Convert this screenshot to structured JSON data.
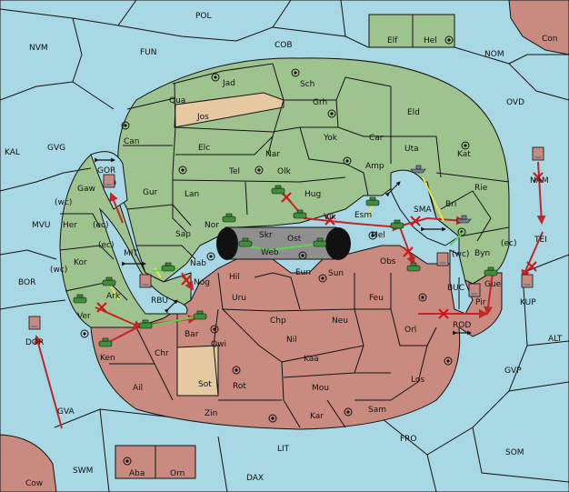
{
  "regions": {
    "POL": "POL",
    "NVM": "NVM",
    "FUN": "FUN",
    "COB": "COB",
    "NOM": "NOM",
    "Con": "Con",
    "Elf": "Elf",
    "Hel": "Hel",
    "OVD": "OVD",
    "KAL": "KAL",
    "GVG": "GVG",
    "MVU": "MVU",
    "BOR": "BOR",
    "ALT": "ALT",
    "GVP": "GVP",
    "GVA": "GVA",
    "SWM": "SWM",
    "LIT": "LIT",
    "FRO": "FRO",
    "SOM": "SOM",
    "DAX": "DAX",
    "Cow": "Cow",
    "Aba": "Aba",
    "Orn": "Orn",
    "Jad": "Jad",
    "Sch": "Sch",
    "Qua": "Qua",
    "Jos": "Jos",
    "Grh": "Grh",
    "Eld": "Eld",
    "Can": "Can",
    "Yok": "Yok",
    "Car": "Car",
    "Uta": "Uta",
    "Kat": "Kat",
    "Elc": "Elc",
    "Nar": "Nar",
    "Tel": "Tel",
    "Olk": "Olk",
    "Amp": "Amp",
    "Gur": "Gur",
    "Lan": "Lan",
    "Hug": "Hug",
    "Rie": "Rie",
    "GOR": "GOR",
    "Gaw": "Gaw",
    "Her": "Her",
    "Kor": "Kor",
    "Ark": "Ark",
    "Ver": "Ver",
    "Nor": "Nor",
    "Sap": "Sap",
    "Skr": "Skr",
    "Ost": "Ost",
    "Web": "Web",
    "Vik": "Vik",
    "Esm": "Esm",
    "SMA": "SMA",
    "Bri": "Bri",
    "Mel": "Mel",
    "Byn": "Byn",
    "MIT": "MIT",
    "Nab": "Nab",
    "Hil": "Hil",
    "Eun": "Eun",
    "Sun": "Sun",
    "Obs": "Obs",
    "BUC": "BUC",
    "Nog": "Nog",
    "RBU": "RBU",
    "Uru": "Uru",
    "Feu": "Feu",
    "Pir": "Pir",
    "Gue": "Gue",
    "Chp": "Chp",
    "Neu": "Neu",
    "Orl": "Orl",
    "ROD": "ROD",
    "Ken": "Ken",
    "Chr": "Chr",
    "Bar": "Bar",
    "Qwi": "Qwi",
    "Nil": "Nil",
    "Kaa": "Kaa",
    "Ail": "Ail",
    "Sot": "Sot",
    "Rot": "Rot",
    "Mou": "Mou",
    "Los": "Los",
    "Zin": "Zin",
    "Kar": "Kar",
    "Sam": "Sam",
    "NAM": "NAM",
    "TEI": "TEI",
    "KUP": "KUP",
    "DOR": "DOR",
    "wc1": "(wc)",
    "ec1": "(ec)",
    "ec2": "(ec)",
    "wc2": "(wc)",
    "wc3": "(wc)",
    "ec3": "(ec)"
  },
  "colors": {
    "sea": "#a8d8e4",
    "player_green": "#9fc38f",
    "player_red": "#c98a80",
    "neutral_tan": "#e6c9a0",
    "impassable": "#8f8f8f",
    "move_order": "#c0262a",
    "support_order": "#e6e640",
    "convoy_order": "#58d84a"
  },
  "icons": {
    "army": "tank-icon",
    "fleet": "ship-icon",
    "supply_center": "supply-center-icon",
    "failed_order": "x-mark-icon"
  }
}
